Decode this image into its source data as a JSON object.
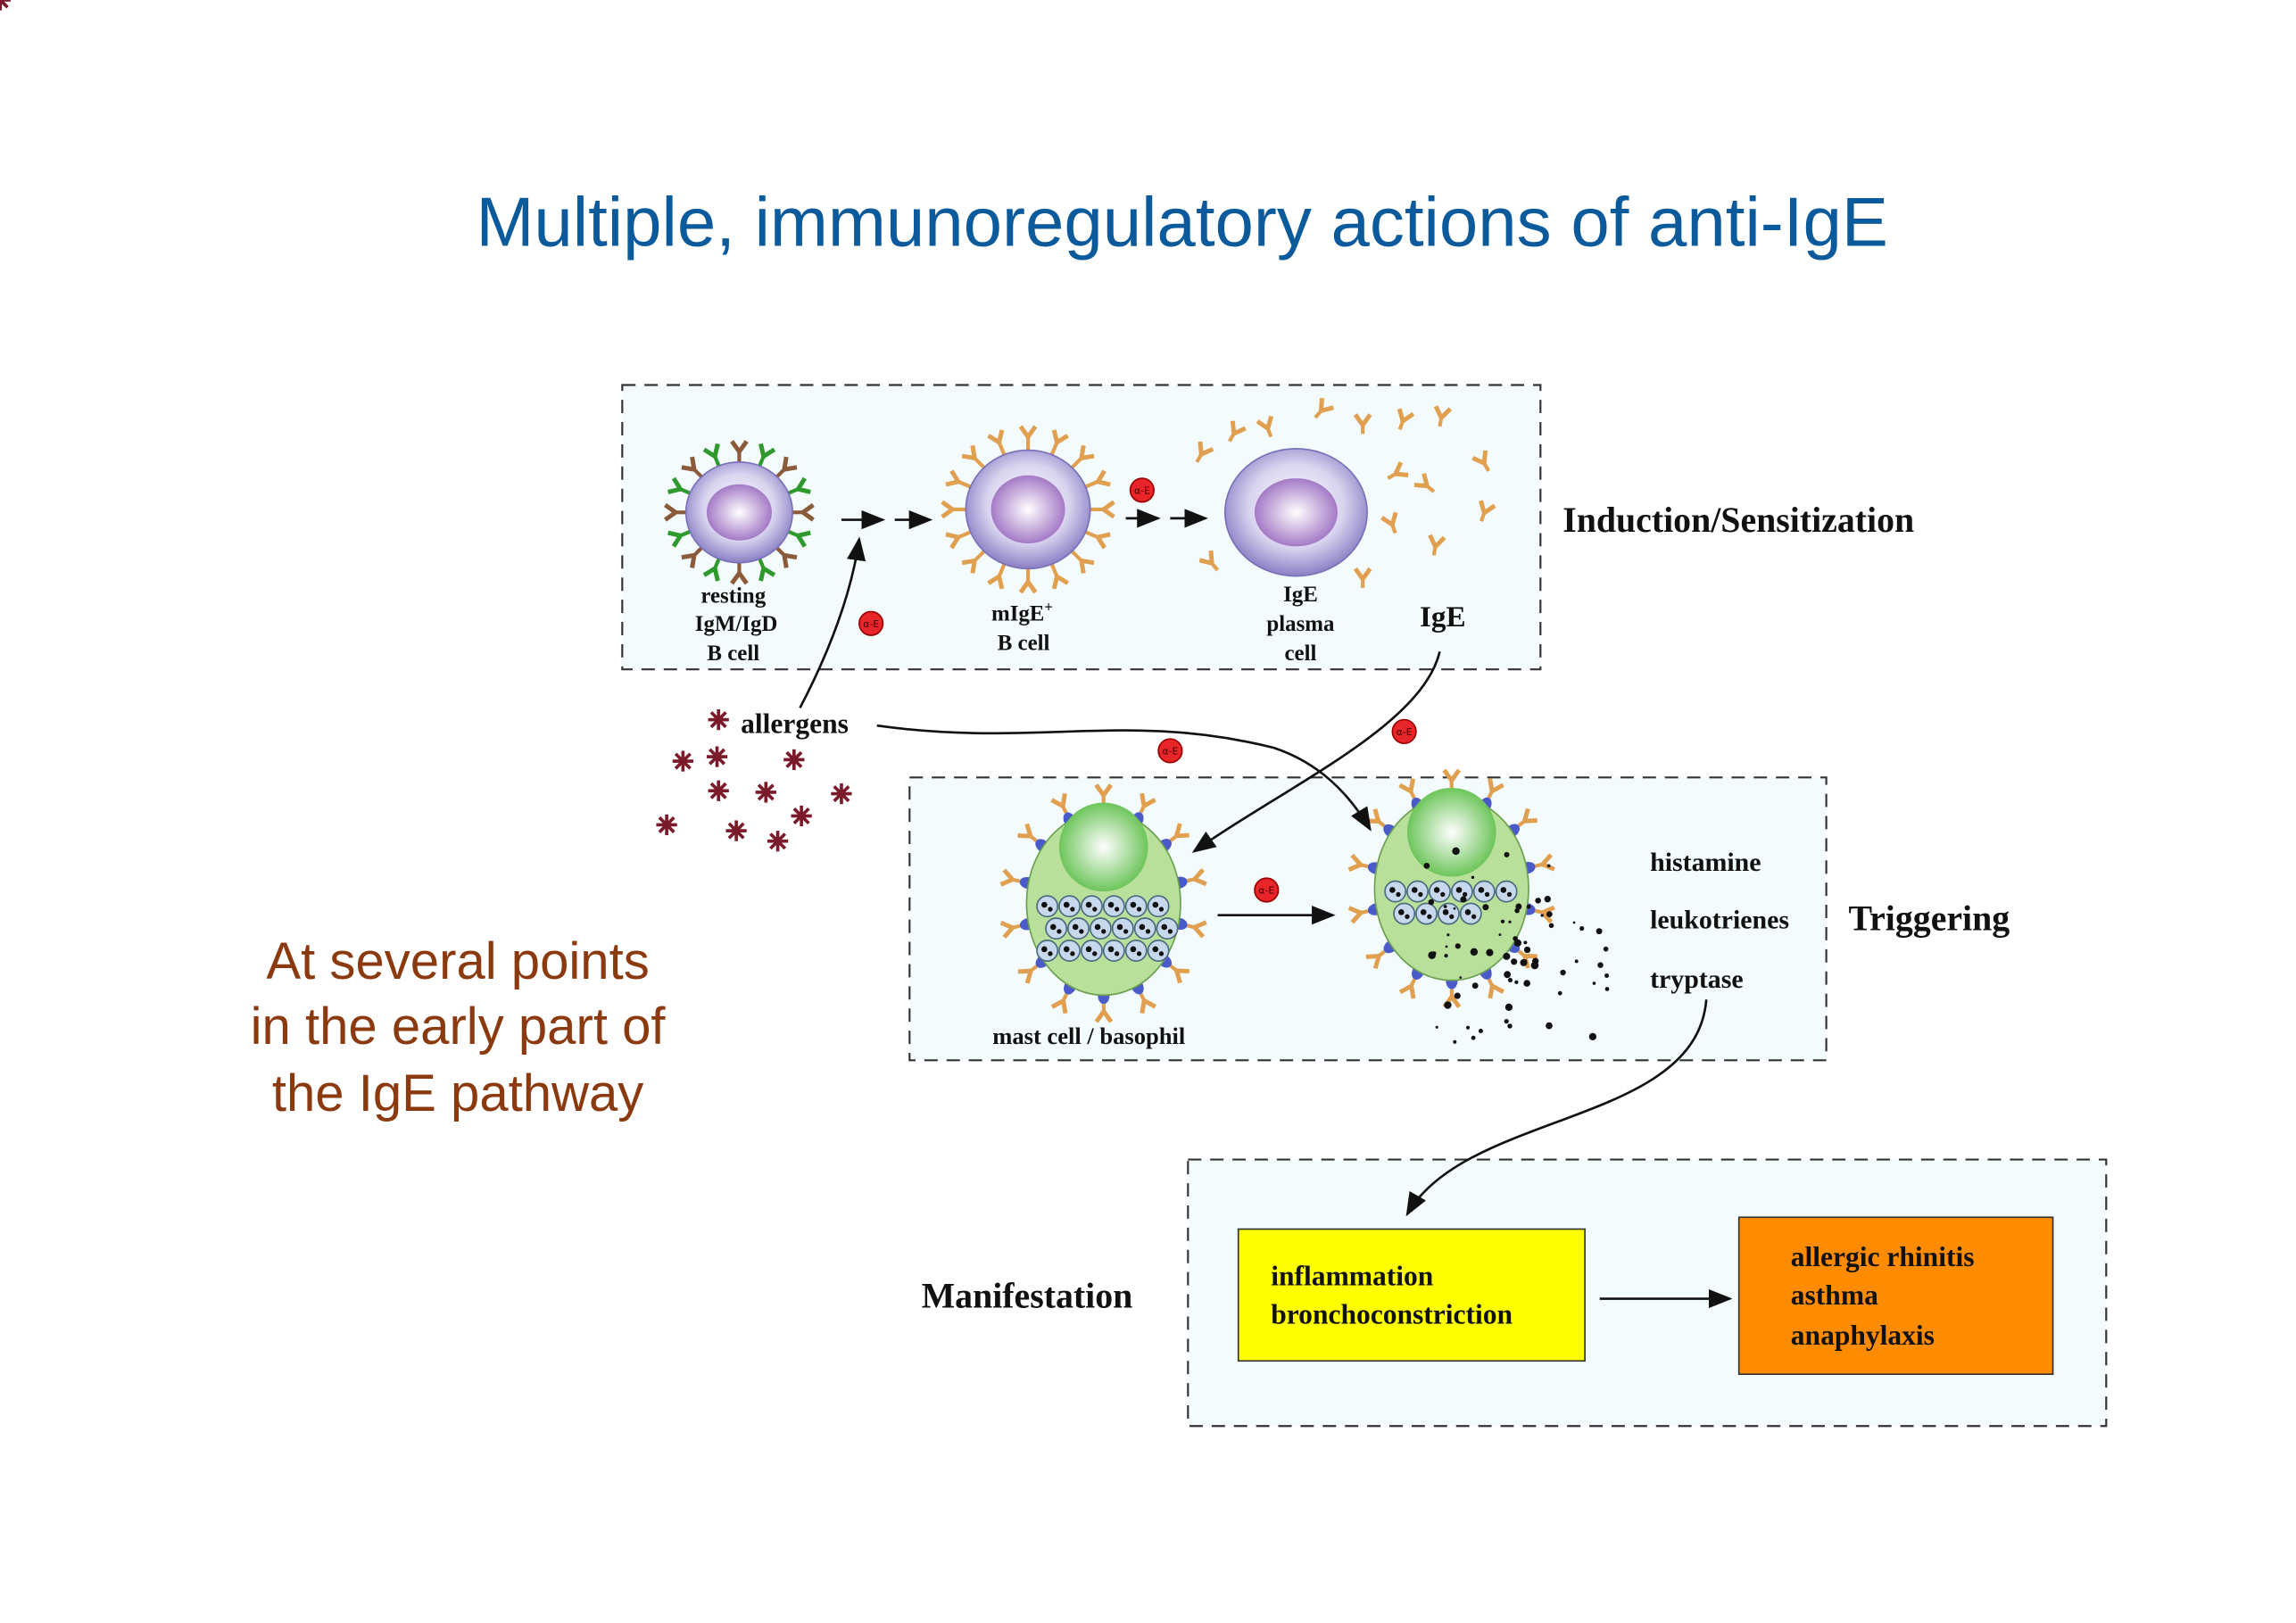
{
  "title": "Multiple, immunoregulatory actions of anti-IgE",
  "side_note": [
    "At several points",
    "in the early part of",
    "the IgE pathway"
  ],
  "colors": {
    "title": "#0b5a9c",
    "side_note": "#8b3a0f",
    "panel_fill": "#f3fbfd",
    "yellow_box": "#ffff00",
    "orange_box": "#ff8c00",
    "anti_ige": "#e8262a"
  },
  "anti_ige_label": "α-E",
  "induction": {
    "stage_label": "Induction/Sensitization",
    "resting_cell": [
      "resting",
      "IgM/IgD",
      "B cell"
    ],
    "mige_cell": {
      "main": "mIgE",
      "sup": "+",
      "line2": "B cell"
    },
    "plasma_cell": [
      "IgE",
      "plasma",
      "cell"
    ],
    "ige_label": "IgE"
  },
  "allergens_label": "allergens",
  "triggering": {
    "stage_label": "Triggering",
    "cell_label": "mast cell / basophil",
    "mediators": [
      "histamine",
      "leukotrienes",
      "tryptase"
    ]
  },
  "manifestation": {
    "stage_label": "Manifestation",
    "effects": [
      "inflammation",
      "bronchoconstriction"
    ],
    "diseases": [
      "allergic rhinitis",
      "asthma",
      "anaphylaxis"
    ]
  }
}
